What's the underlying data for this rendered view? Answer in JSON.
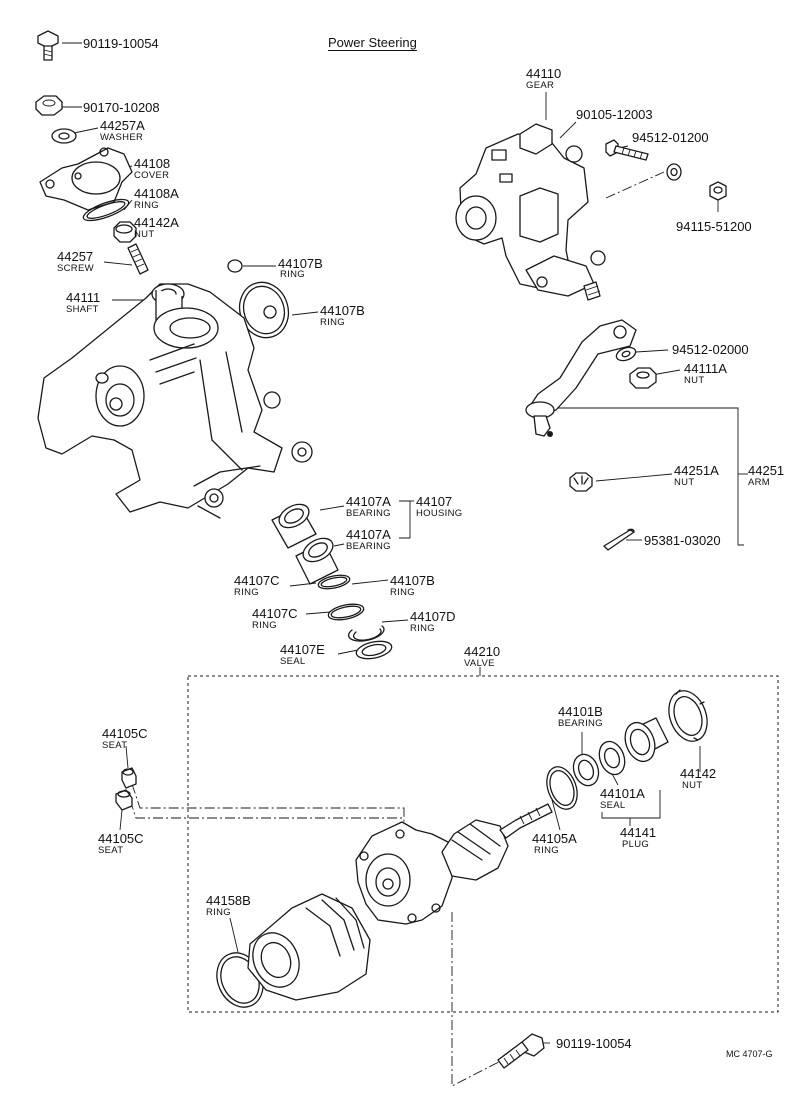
{
  "title": "Power Steering",
  "footer_code": "MC 4707-G",
  "labels": {
    "bolt_top": {
      "pn": "90119-10054"
    },
    "nut_top": {
      "pn": "90170-10208"
    },
    "washer": {
      "pn": "44257A",
      "name": "WASHER"
    },
    "cover": {
      "pn": "44108",
      "name": "COVER"
    },
    "cover_ring": {
      "pn": "44108A",
      "name": "RING"
    },
    "cover_nut": {
      "pn": "44142A",
      "name": "NUT"
    },
    "screw": {
      "pn": "44257",
      "name": "SCREW"
    },
    "small_ring": {
      "pn": "44107B",
      "name": "RING"
    },
    "shaft": {
      "pn": "44111",
      "name": "SHAFT"
    },
    "big_ring": {
      "pn": "44107B",
      "name": "RING"
    },
    "bearing1": {
      "pn": "44107A",
      "name": "BEARING"
    },
    "housing": {
      "pn": "44107",
      "name": "HOUSING"
    },
    "bearing2": {
      "pn": "44107A",
      "name": "BEARING"
    },
    "ring_c1": {
      "pn": "44107C",
      "name": "RING"
    },
    "ring_b2": {
      "pn": "44107B",
      "name": "RING"
    },
    "ring_c2": {
      "pn": "44107C",
      "name": "RING"
    },
    "ring_d": {
      "pn": "44107D",
      "name": "RING"
    },
    "seal_e": {
      "pn": "44107E",
      "name": "SEAL"
    },
    "gear": {
      "pn": "44110",
      "name": "GEAR"
    },
    "gear_bolt": {
      "pn": "90105-12003"
    },
    "gear_washer": {
      "pn": "94512-01200"
    },
    "gear_nut": {
      "pn": "94115-51200"
    },
    "arm_washer": {
      "pn": "94512-02000"
    },
    "arm_nut": {
      "pn": "44111A",
      "name": "NUT"
    },
    "ball_nut": {
      "pn": "44251A",
      "name": "NUT"
    },
    "arm": {
      "pn": "44251",
      "name": "ARM"
    },
    "cotter_pin": {
      "pn": "95381-03020"
    },
    "valve": {
      "pn": "44210",
      "name": "VALVE"
    },
    "seat1": {
      "pn": "44105C",
      "name": "SEAT"
    },
    "seat2": {
      "pn": "44105C",
      "name": "SEAT"
    },
    "valve_bearing": {
      "pn": "44101B",
      "name": "BEARING"
    },
    "plug_nut": {
      "pn": "44142",
      "name": "NUT"
    },
    "valve_seal": {
      "pn": "44101A",
      "name": "SEAL"
    },
    "valve_ring": {
      "pn": "44105A",
      "name": "RING"
    },
    "plug": {
      "pn": "44141",
      "name": "PLUG"
    },
    "ring_158": {
      "pn": "44158B",
      "name": "RING"
    },
    "bolt_bottom": {
      "pn": "90119-10054"
    }
  }
}
